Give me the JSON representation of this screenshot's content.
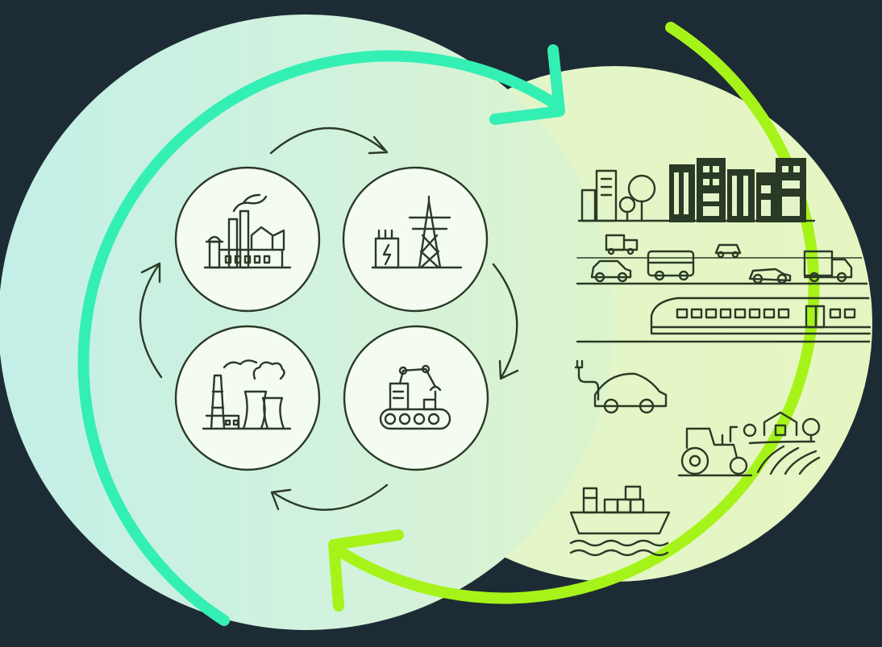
{
  "colors": {
    "background": "#1d2b34",
    "left_circle_fill_start": "#c6f0e6",
    "right_circle_fill": "#e3f5c4",
    "left_arc_accent": "#34f0b4",
    "right_arc_accent": "#a8f418",
    "ink": "#2a3a26"
  },
  "cycle_nodes": [
    {
      "icon": "factory-icon",
      "semantic": "production-plant"
    },
    {
      "icon": "power-pylon-icon",
      "semantic": "electricity-grid"
    },
    {
      "icon": "robotic-arm-icon",
      "semantic": "automated-manufacturing"
    },
    {
      "icon": "power-plant-icon",
      "semantic": "power-generation"
    }
  ],
  "end_use_sectors": [
    {
      "icon": "city-buildings-icon",
      "semantic": "buildings"
    },
    {
      "icon": "road-traffic-icon",
      "semantic": "road-transport"
    },
    {
      "icon": "train-icon",
      "semantic": "rail-transport"
    },
    {
      "icon": "electric-car-icon",
      "semantic": "electric-vehicles"
    },
    {
      "icon": "tractor-farm-icon",
      "semantic": "agriculture"
    },
    {
      "icon": "cargo-ship-icon",
      "semantic": "shipping"
    }
  ]
}
